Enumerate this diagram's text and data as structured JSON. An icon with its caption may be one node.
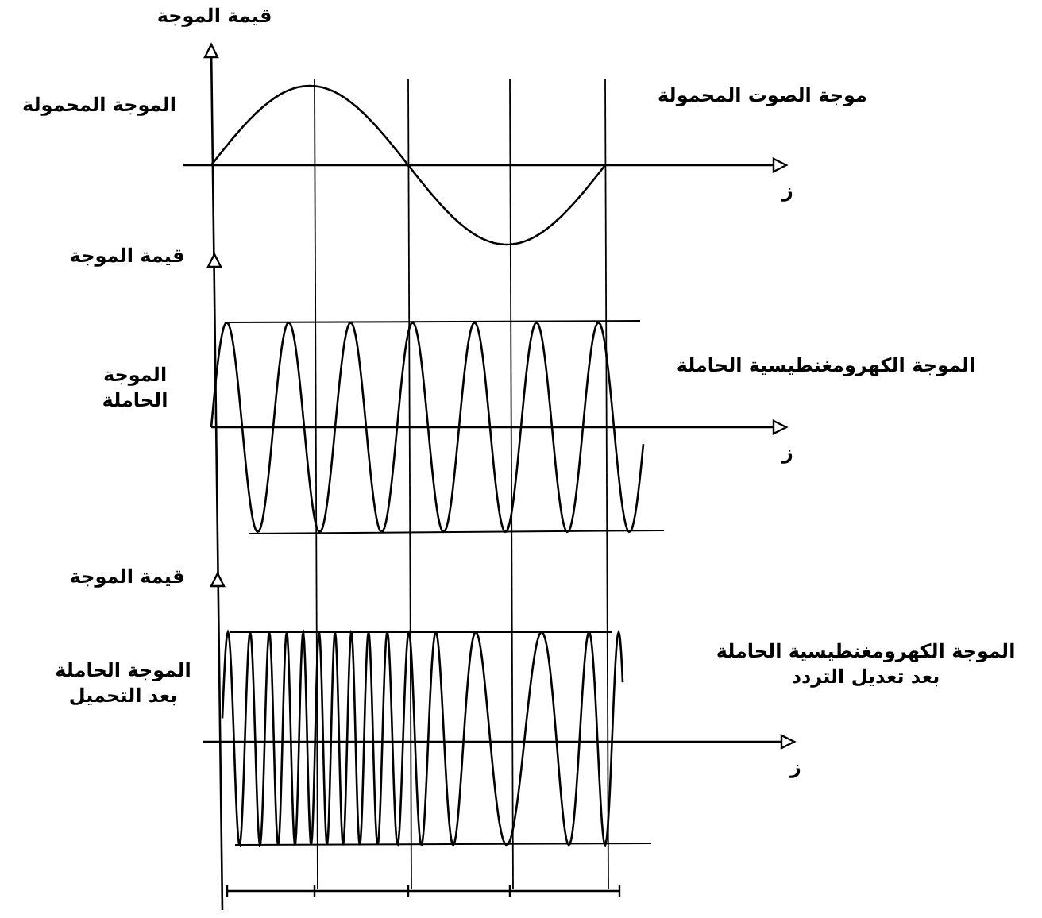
{
  "diagram": {
    "labels": [
      "قيمة الموجة",
      "الموجة المحمولة",
      "موجة الصوت المحمولة",
      "ز",
      "قيمة الموجة",
      "الموجة الحاملة",
      "الموجة الكهرومغنطيسية الحاملة",
      "ز",
      "قيمة الموجة",
      "الموجة الحاملة بعد التحميل",
      "الموجة الكهرومغنطيسية الحاملة بعد تعديل التردد",
      "ز"
    ]
  }
}
